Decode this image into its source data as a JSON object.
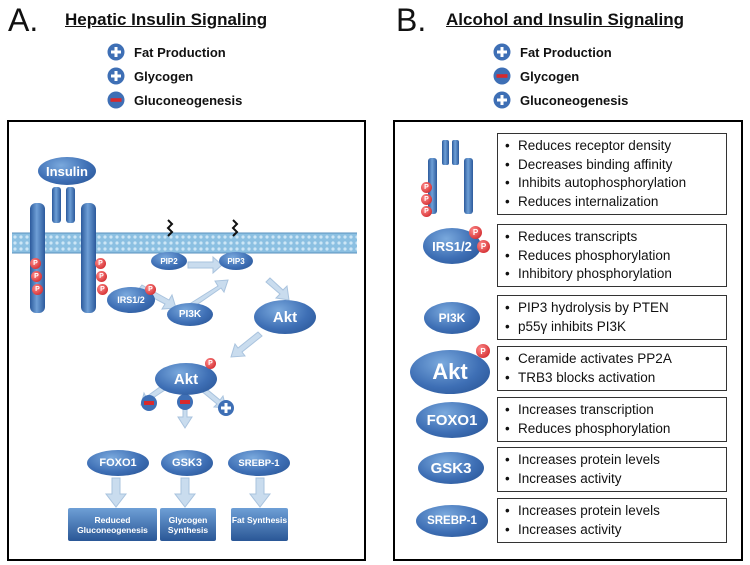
{
  "panel_a": {
    "letter": "A.",
    "title": "Hepatic Insulin Signaling",
    "legend": [
      {
        "sign": "plus",
        "label": "Fat Production"
      },
      {
        "sign": "plus",
        "label": "Glycogen"
      },
      {
        "sign": "minus",
        "label": "Gluconeogenesis"
      }
    ],
    "nodes": {
      "insulin": "Insulin",
      "irs": "IRS1/2",
      "pip2": "PIP2",
      "pip3": "PIP3",
      "pi3k": "PI3K",
      "akt_right": "Akt",
      "akt_center": "Akt",
      "foxo1": "FOXO1",
      "gsk3": "GSK3",
      "srebp1": "SREBP-1"
    },
    "phospho_label": "P",
    "outcomes": [
      "Reduced Gluconeogenesis",
      "Glycogen Synthesis",
      "Fat Synthesis"
    ]
  },
  "panel_b": {
    "letter": "B.",
    "title": "Alcohol and Insulin Signaling",
    "legend": [
      {
        "sign": "plus",
        "label": "Fat Production"
      },
      {
        "sign": "minus",
        "label": "Glycogen"
      },
      {
        "sign": "plus",
        "label": "Gluconeogenesis"
      }
    ],
    "rows": [
      {
        "node": "",
        "items": [
          "Reduces receptor density",
          "Decreases binding affinity",
          "Inhibits autophosphorylation",
          "Reduces internalization"
        ]
      },
      {
        "node": "IRS1/2",
        "items": [
          "Reduces transcripts",
          "Reduces phosphorylation",
          "Inhibitory phosphorylation"
        ]
      },
      {
        "node": "PI3K",
        "items": [
          "PIP3 hydrolysis by PTEN",
          "p55γ inhibits PI3K"
        ]
      },
      {
        "node": "Akt",
        "items": [
          "Ceramide activates PP2A",
          "TRB3 blocks activation"
        ]
      },
      {
        "node": "FOXO1",
        "items": [
          "Increases transcription",
          "Reduces phosphorylation"
        ]
      },
      {
        "node": "GSK3",
        "items": [
          "Increases protein levels",
          "Increases activity"
        ]
      },
      {
        "node": "SREBP-1",
        "items": [
          "Increases protein levels",
          "Increases activity"
        ]
      }
    ]
  },
  "colors": {
    "node_blue": "#3e6fb5",
    "node_dark": "#244f8f",
    "phospho_red": "#d8292c",
    "membrane": "#7fb3d9",
    "arrow": "#c9dcee"
  }
}
